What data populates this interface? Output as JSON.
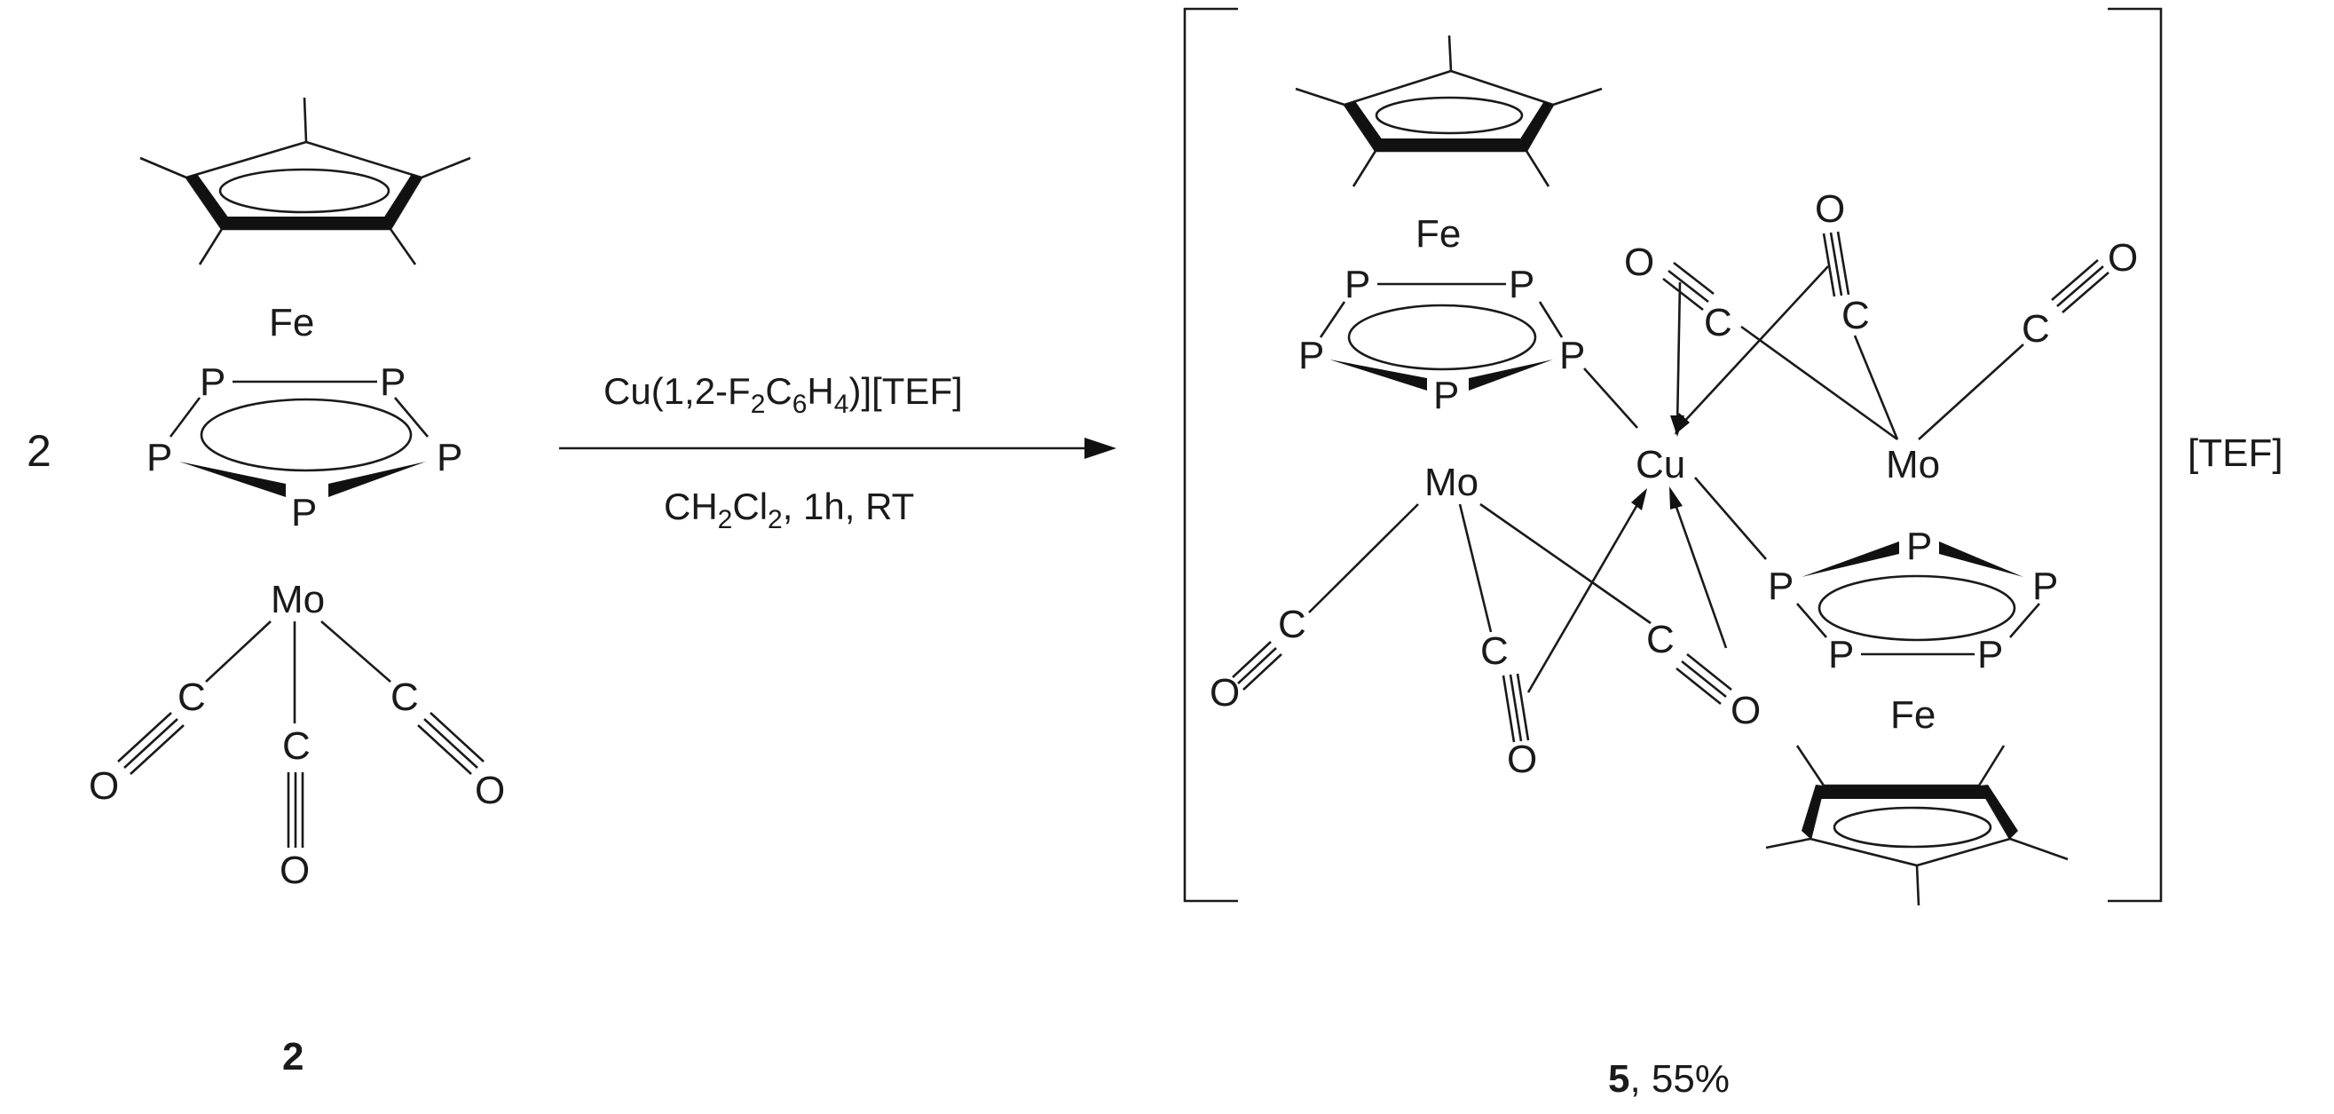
{
  "scheme": {
    "stoich": "2",
    "reagent": {
      "pre": "Cu(1,2-F",
      "s1": "2",
      "mid": "C",
      "s2": "6",
      "mid2": "H",
      "s3": "4",
      "post": ")][TEF]"
    },
    "conditions": {
      "pre": "CH",
      "s1": "2",
      "mid": "Cl",
      "s2": "2",
      "post": ", 1h, RT"
    },
    "counterion": "[TEF]",
    "reactant_label": "2",
    "product_label_num": "5",
    "product_label_yield": ", 55%"
  },
  "atoms": {
    "Fe": "Fe",
    "P": "P",
    "Mo": "Mo",
    "C": "C",
    "O": "O",
    "Cu": "Cu"
  }
}
